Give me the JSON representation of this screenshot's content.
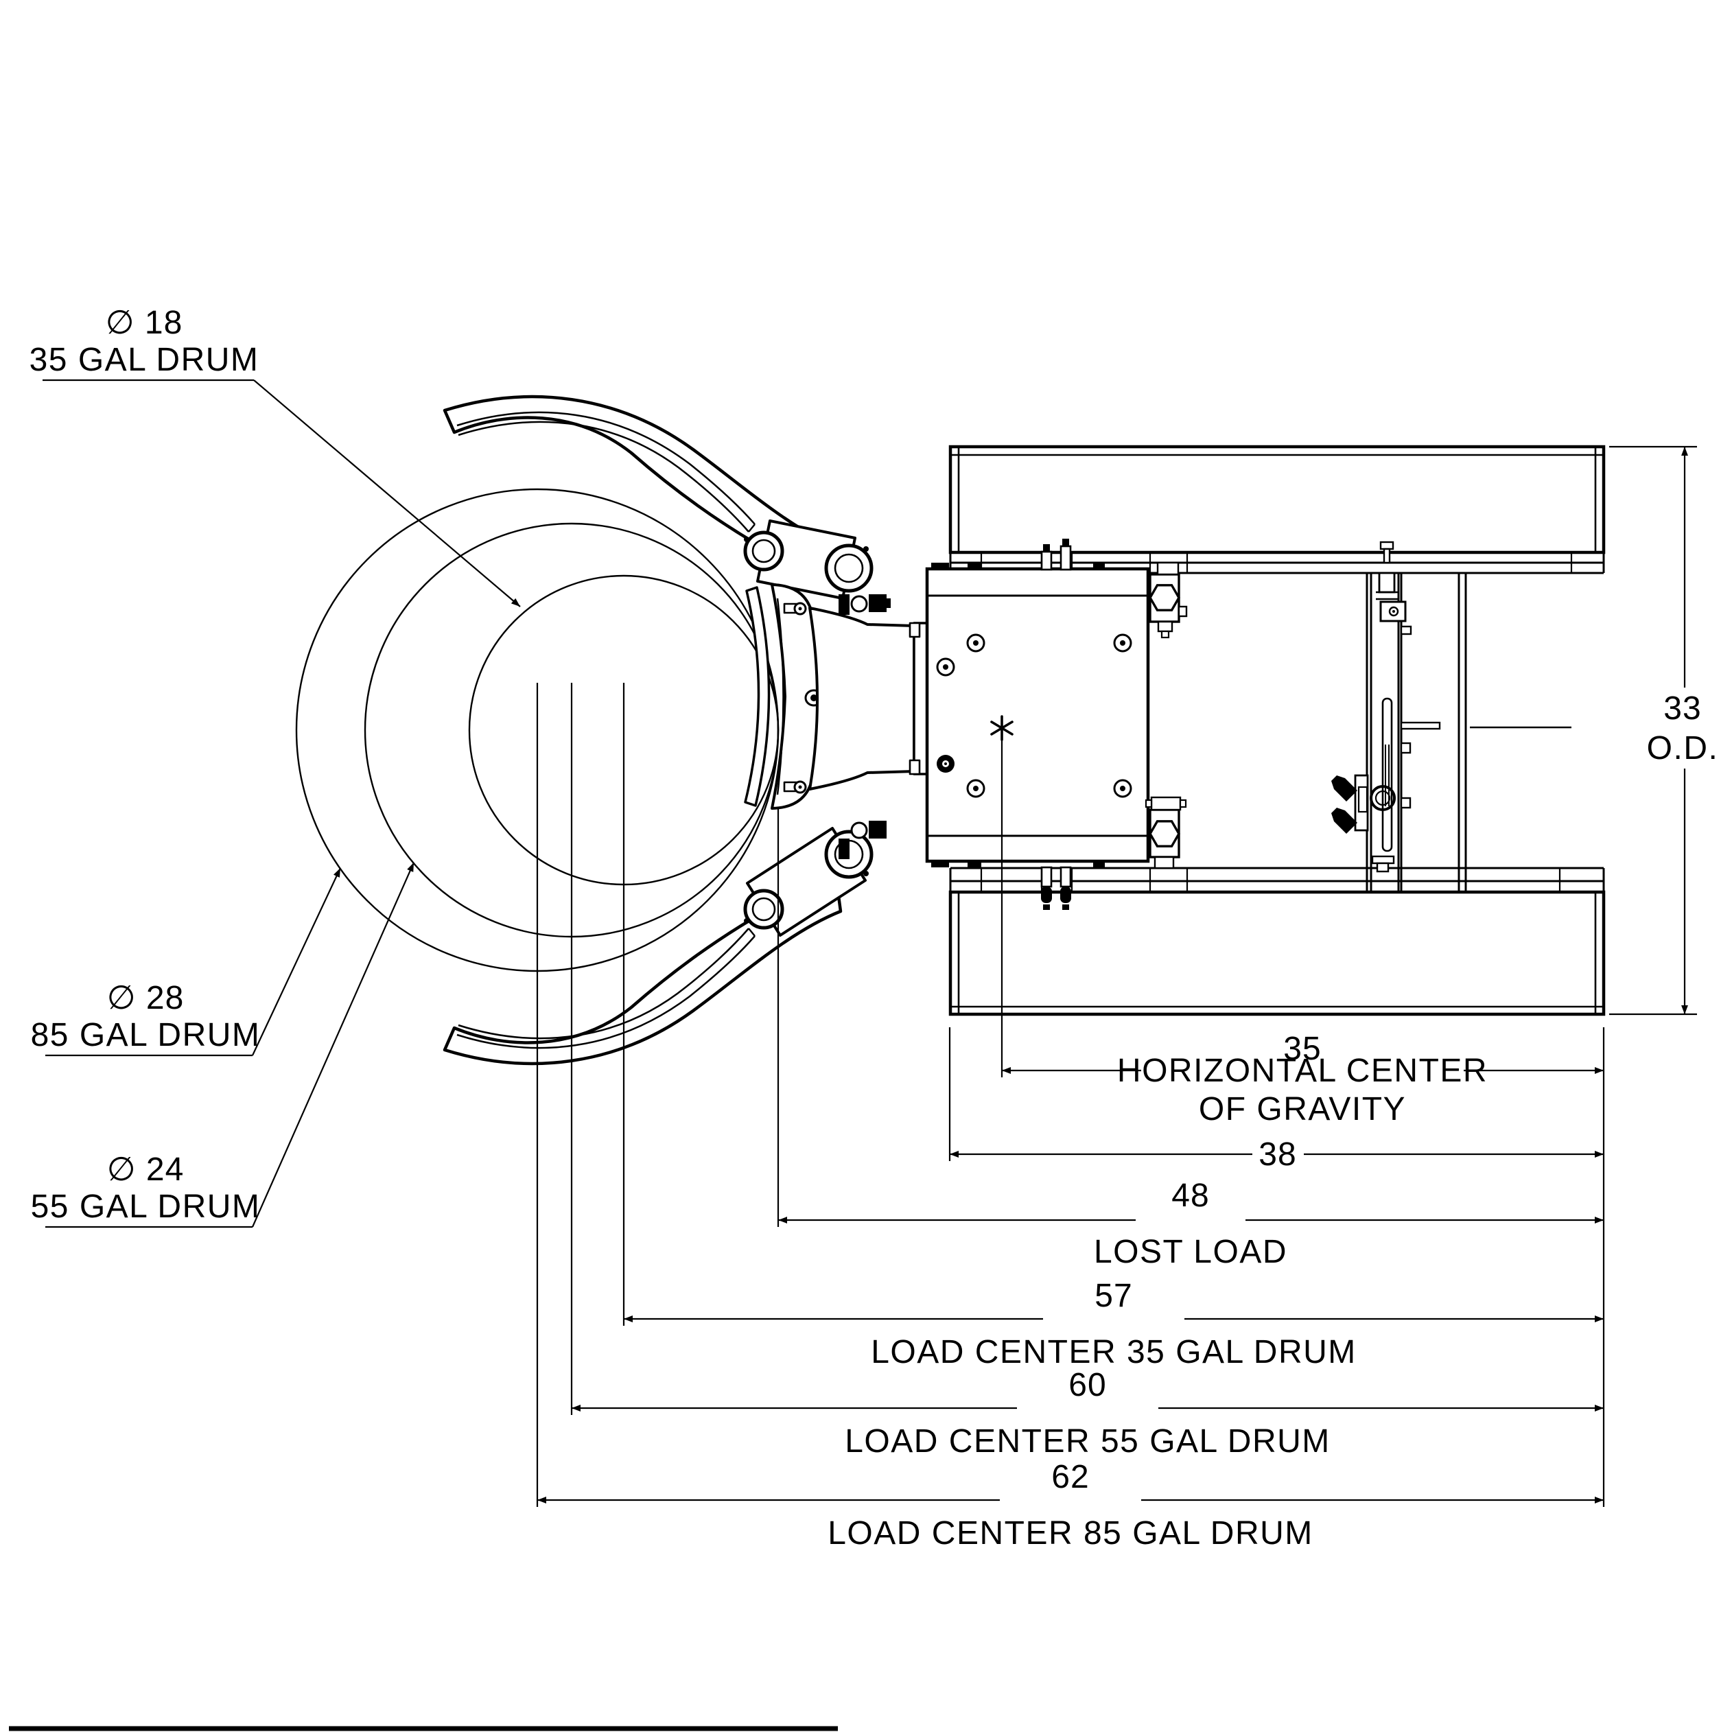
{
  "drawing": {
    "type": "engineering-drawing",
    "view": "top-view",
    "subject": "forklift drum clamp attachment",
    "line_color": "#000000",
    "background_color": "#ffffff"
  },
  "drum_callouts": [
    {
      "diameter": "∅ 18",
      "label": "35 GAL DRUM"
    },
    {
      "diameter": "∅ 28",
      "label": "85 GAL DRUM"
    },
    {
      "diameter": "∅ 24",
      "label": "55 GAL DRUM"
    }
  ],
  "dimensions": {
    "od": {
      "value": "33",
      "label": "O.D."
    },
    "horizontal_cg": {
      "value": "35",
      "label_line1": "HORIZONTAL CENTER",
      "label_line2": "OF GRAVITY"
    },
    "frame_depth": {
      "value": "38"
    },
    "lost_load": {
      "value": "48",
      "label": "LOST LOAD"
    },
    "load_center_35": {
      "value": "57",
      "label": "LOAD CENTER 35 GAL DRUM"
    },
    "load_center_55": {
      "value": "60",
      "label": "LOAD CENTER 55 GAL DRUM"
    },
    "load_center_85": {
      "value": "62",
      "label": "LOAD CENTER 85 GAL DRUM"
    }
  }
}
